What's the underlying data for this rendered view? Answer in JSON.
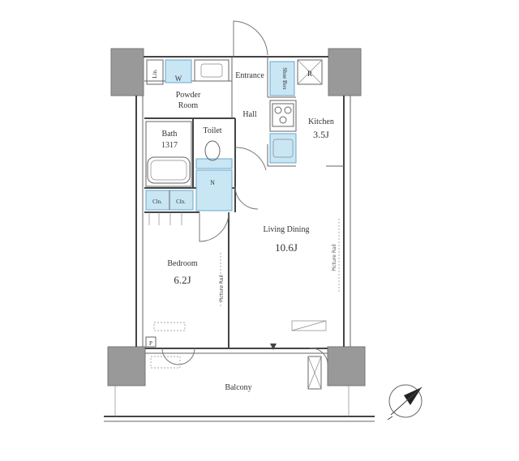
{
  "rooms": {
    "powder_room": "Powder\nRoom",
    "bath": "Bath",
    "bath_size": "1317",
    "toilet": "Toilet",
    "entrance": "Entrance",
    "hall": "Hall",
    "kitchen": "Kitchen",
    "kitchen_size": "3.5J",
    "living": "Living Dining",
    "living_size": "10.6J",
    "bedroom": "Bedroom",
    "bedroom_size": "6.2J",
    "balcony": "Balcony"
  },
  "labels": {
    "lin": "Lin.",
    "w": "W",
    "shoe_box": "Shoe Box",
    "r": "R",
    "n": "N",
    "cln1": "Cln.",
    "cln2": "Cln.",
    "p": "P",
    "picture_rail_1": "Picture Rail",
    "picture_rail_2": "Picture Rail"
  },
  "colors": {
    "wall": "#444444",
    "column": "#999999",
    "fixture_blue": "#c9e6f5"
  },
  "icons": {
    "compass": "compass-north-arrow-icon"
  }
}
